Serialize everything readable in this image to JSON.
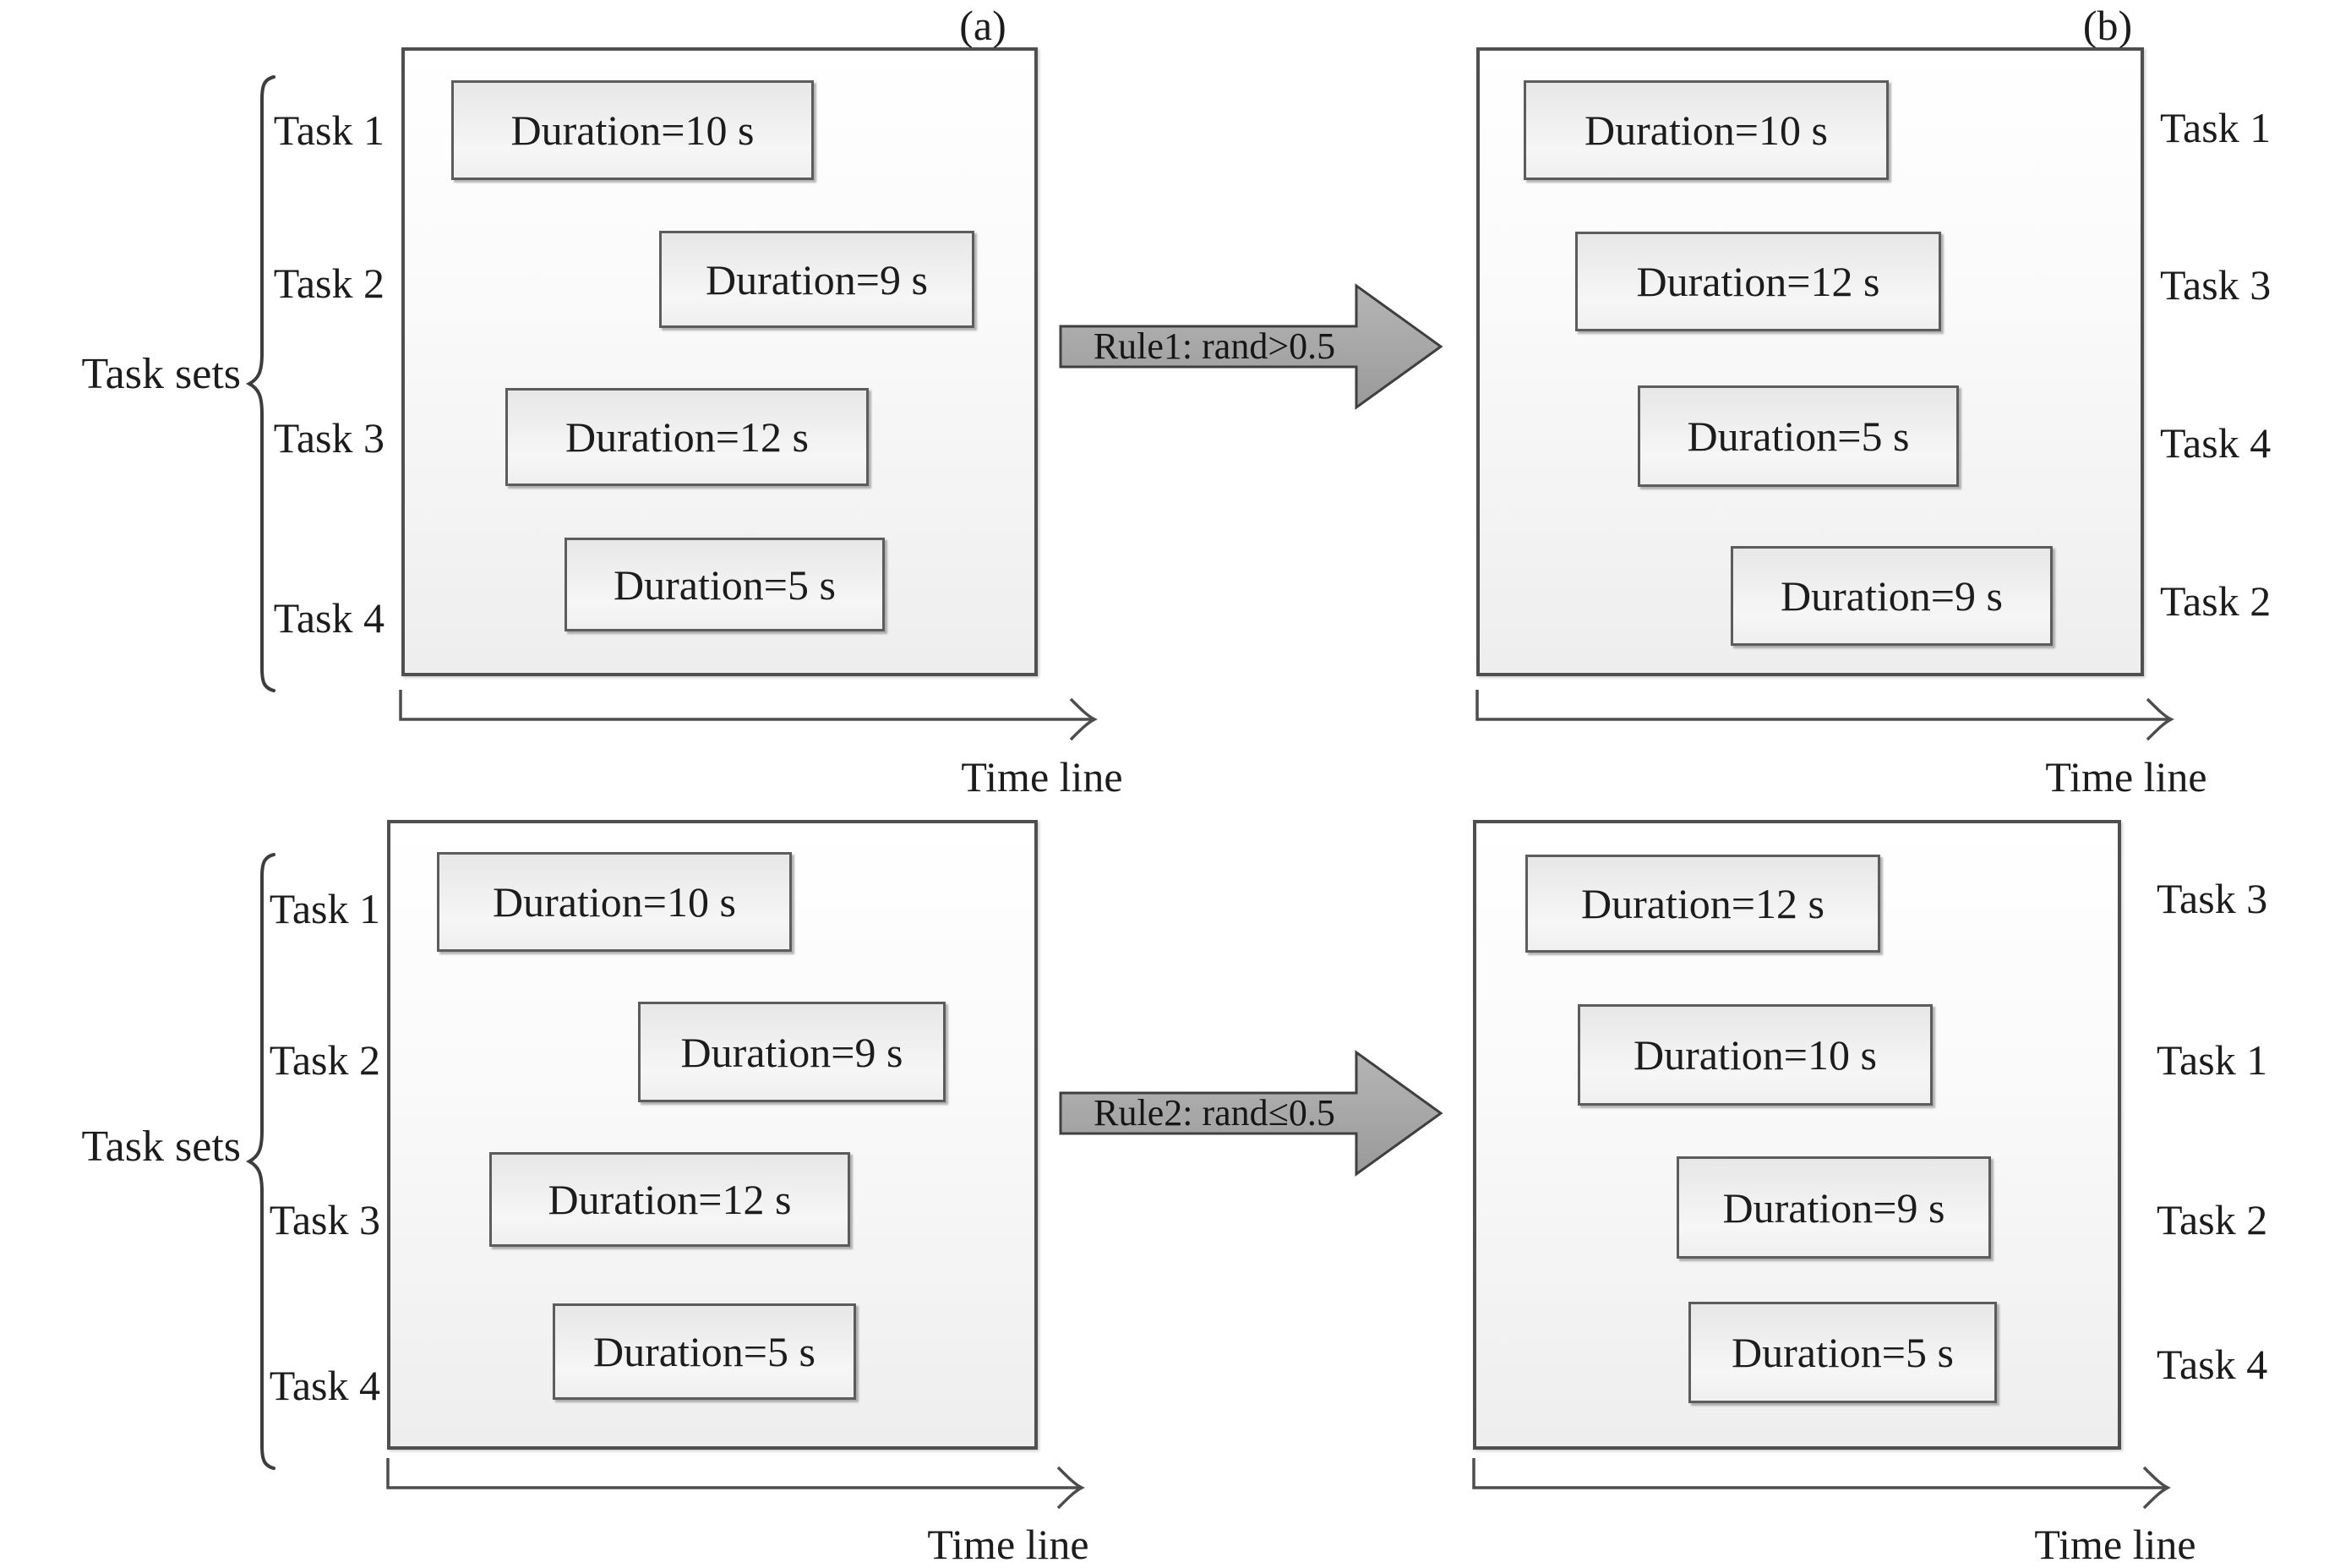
{
  "column_labels": {
    "a": "(a)",
    "b": "(b)"
  },
  "arrows": [
    {
      "label": "Rule1: rand>0.5"
    },
    {
      "label": "Rule2: rand≤0.5"
    }
  ],
  "panels": [
    {
      "position": "top-left",
      "task_set_label": "Task sets",
      "timeline_label": "Time line",
      "rows": [
        {
          "task": "Task 1",
          "duration": "Duration=10 s"
        },
        {
          "task": "Task 2",
          "duration": "Duration=9 s"
        },
        {
          "task": "Task 3",
          "duration": "Duration=12 s"
        },
        {
          "task": "Task 4",
          "duration": "Duration=5 s"
        }
      ]
    },
    {
      "position": "top-right",
      "timeline_label": "Time line",
      "rows": [
        {
          "task": "Task 1",
          "duration": "Duration=10 s"
        },
        {
          "task": "Task 3",
          "duration": "Duration=12 s"
        },
        {
          "task": "Task 4",
          "duration": "Duration=5 s"
        },
        {
          "task": "Task 2",
          "duration": "Duration=9 s"
        }
      ]
    },
    {
      "position": "bottom-left",
      "task_set_label": "Task sets",
      "timeline_label": "Time line",
      "rows": [
        {
          "task": "Task 1",
          "duration": "Duration=10 s"
        },
        {
          "task": "Task 2",
          "duration": "Duration=9 s"
        },
        {
          "task": "Task 3",
          "duration": "Duration=12 s"
        },
        {
          "task": "Task 4",
          "duration": "Duration=5 s"
        }
      ]
    },
    {
      "position": "bottom-right",
      "timeline_label": "Time line",
      "rows": [
        {
          "task": "Task 3",
          "duration": "Duration=12 s"
        },
        {
          "task": "Task 1",
          "duration": "Duration=10 s"
        },
        {
          "task": "Task 2",
          "duration": "Duration=9 s"
        },
        {
          "task": "Task 4",
          "duration": "Duration=5 s"
        }
      ]
    }
  ],
  "colors": {
    "text": "#1c1c1c",
    "panel_border": "#4f4f4f",
    "box_border": "#5c5c5c",
    "box_fill": "#ededed",
    "arrow_fill": "#a9a9a9",
    "arrow_border": "#3f3f3f",
    "axis_stroke": "#4d4d4d"
  }
}
